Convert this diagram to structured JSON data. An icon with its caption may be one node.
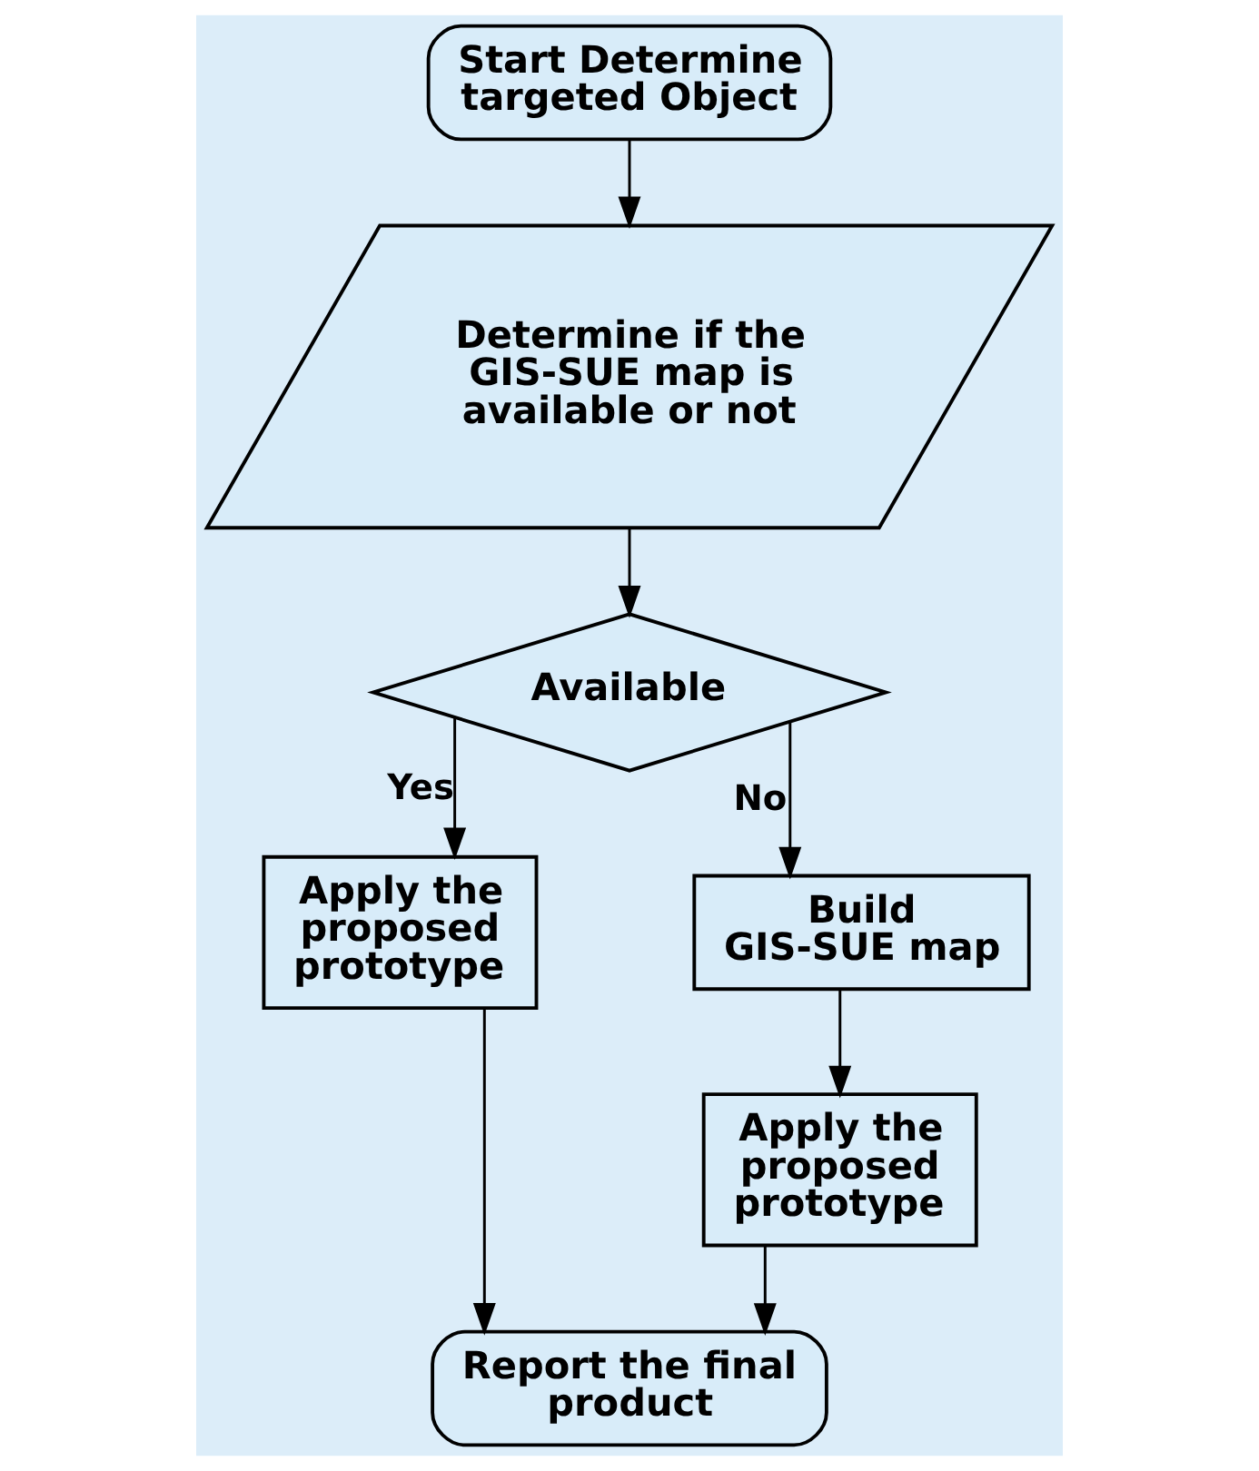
{
  "diagram": {
    "nodes": [
      {
        "text": [
          "Start Determine targeted Object"
        ]
      },
      {
        "text": [
          "Determine if the GIS-SUE map is available or not"
        ]
      },
      {
        "text": [
          "Available"
        ]
      },
      {
        "text": [
          "Apply the proposed prototype"
        ]
      },
      {
        "text": [
          "Build GIS-SUE map"
        ]
      },
      {
        "text": [
          "Apply the proposed prototype"
        ]
      },
      {
        "text": [
          "Report the final product"
        ]
      }
    ],
    "edges": [
      {
        "from": 0,
        "to": 1,
        "arrow": "to"
      },
      {
        "from": 1,
        "to": 2,
        "arrow": "to"
      },
      {
        "from": 2,
        "to": 3,
        "arrow": "to",
        "label": "Yes"
      },
      {
        "from": 2,
        "to": 4,
        "arrow": "to",
        "label": "No"
      },
      {
        "from": 4,
        "to": 5,
        "arrow": "to"
      },
      {
        "from": 3,
        "to": 6,
        "arrow": "to"
      },
      {
        "from": 5,
        "to": 6,
        "arrow": "to"
      }
    ]
  }
}
